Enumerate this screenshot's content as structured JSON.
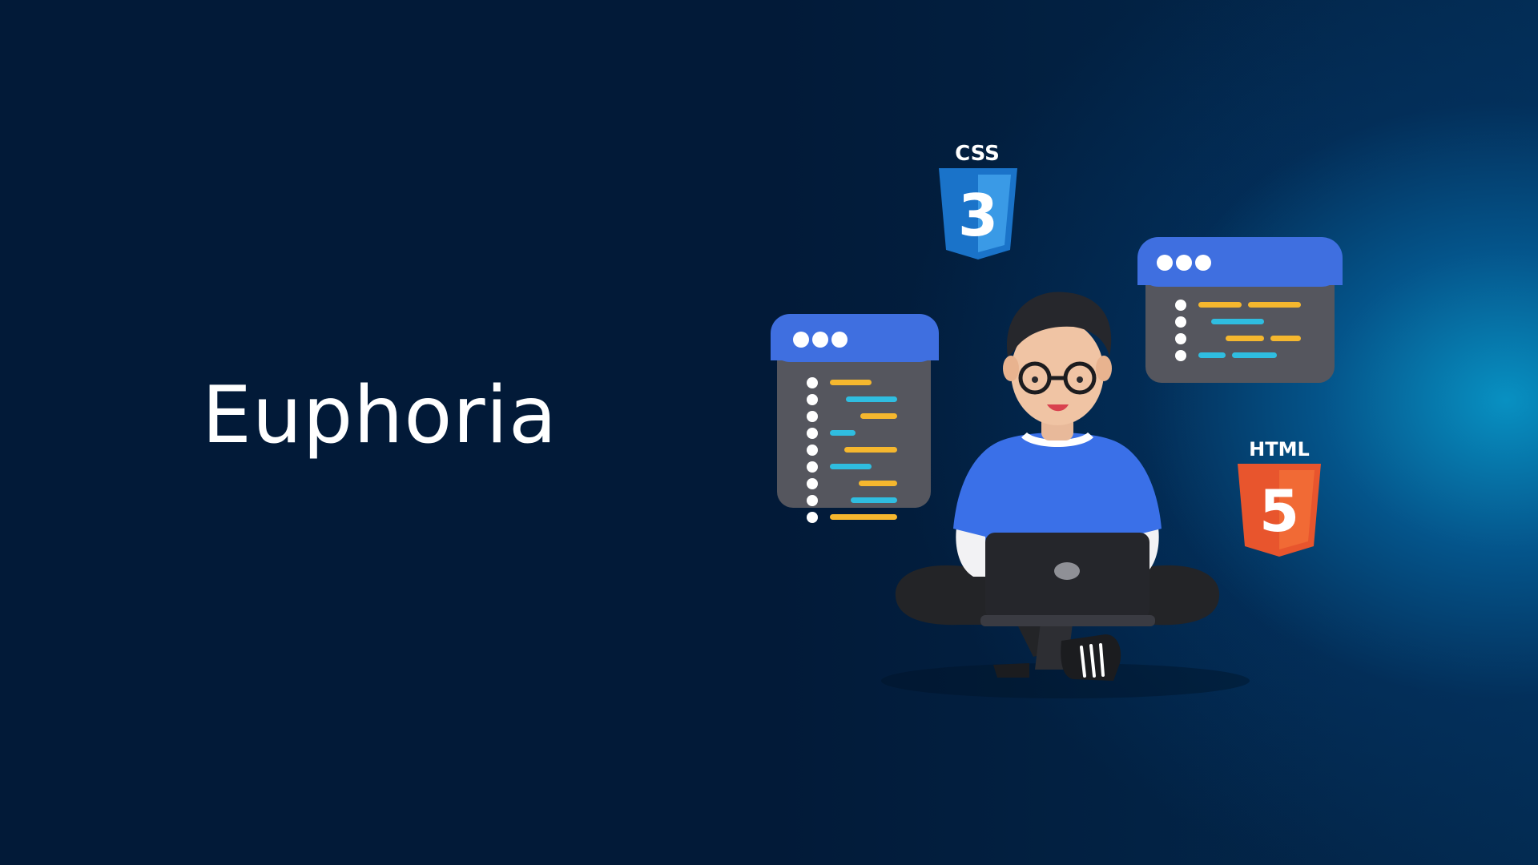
{
  "title": "Euphoria",
  "logos": {
    "css": {
      "label": "CSS",
      "number": "3"
    },
    "html": {
      "label": "HTML",
      "number": "5"
    }
  },
  "colors": {
    "background": "#021a38",
    "glow": "#0896c8",
    "window_header": "#3f6fe0",
    "window_body": "#55565e",
    "code_yellow": "#f5b72e",
    "code_cyan": "#2fbde0",
    "shirt": "#3a70e8",
    "css_blue": "#1a73c9",
    "html_orange": "#e8552d"
  }
}
